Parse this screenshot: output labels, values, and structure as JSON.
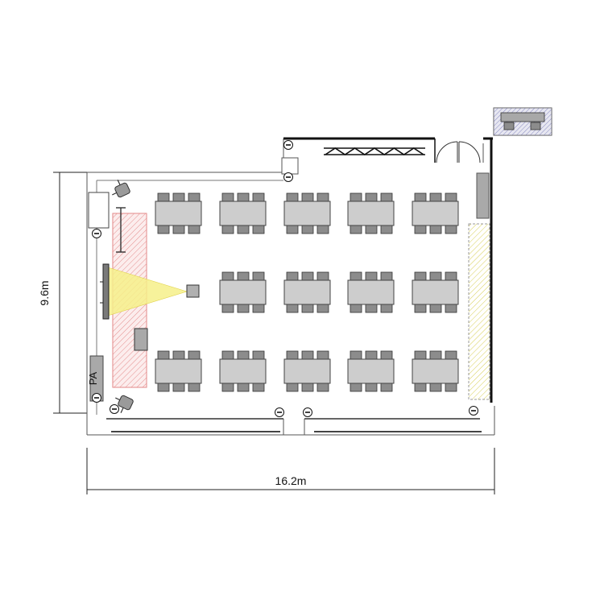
{
  "dimensions": {
    "height_label": "9.6m",
    "width_label": "16.2m"
  },
  "labels": {
    "pa": "PA"
  },
  "layout": {
    "table_rows": 3,
    "table_cols": 5,
    "chairs_per_side": 3,
    "front_row_gap_count": 1
  },
  "colors": {
    "wall": "#222222",
    "inner_wall": "#8a8a8a",
    "table_fill": "#cdcdcd",
    "chair_fill": "#8c8c8c",
    "stage_hatch": "#e08080",
    "light_fill": "#f6f08a",
    "side_hatch": "#e6e07a",
    "storage_fill": "#b9bad6"
  }
}
